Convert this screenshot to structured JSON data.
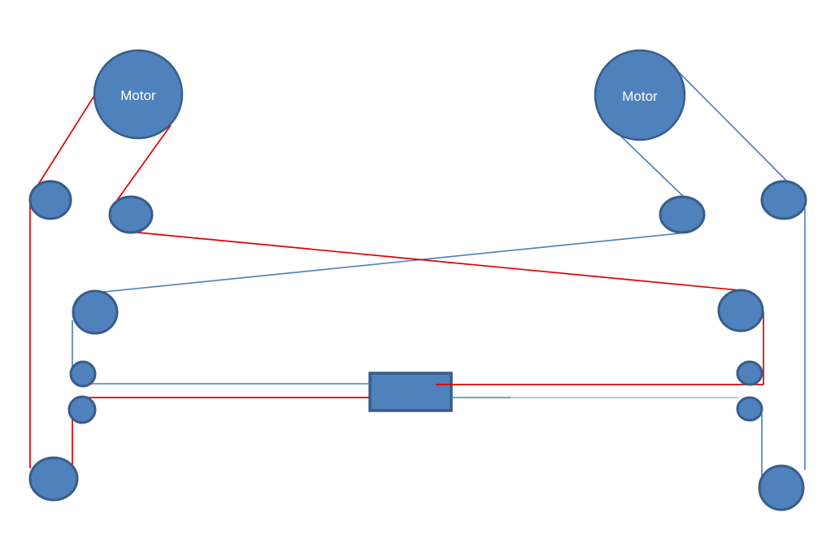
{
  "motors": {
    "left": {
      "label": "Motor"
    },
    "right": {
      "label": "Motor"
    }
  },
  "components": {
    "carriage": "carriage-block",
    "idler_count": 12,
    "belts": [
      "red-belt",
      "blue-belt"
    ]
  },
  "colors": {
    "page_bg": "#ffffff",
    "shape_fill": "#4f81bd",
    "shape_stroke": "#385d8a",
    "belt_red": "#e00000",
    "belt_blue": "#4a7ebb",
    "belt_blue_light": "#a3bcdc",
    "motor_text": "#ffffff"
  }
}
